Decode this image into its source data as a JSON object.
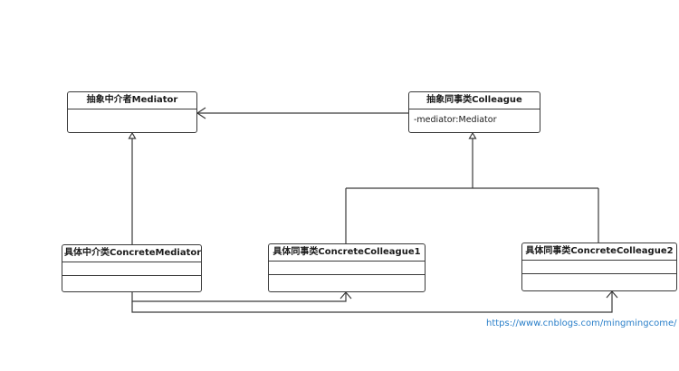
{
  "diagram": {
    "classes": {
      "abstract_mediator": {
        "name": "抽象中介者Mediator",
        "attributes": ""
      },
      "abstract_colleague": {
        "name": "抽象同事类Colleague",
        "attributes": "-mediator:Mediator"
      },
      "concrete_mediator": {
        "name": "具体中介类ConcreteMediator",
        "attributes": ""
      },
      "concrete_colleague1": {
        "name": "具体同事类ConcreteColleague1",
        "attributes": ""
      },
      "concrete_colleague2": {
        "name": "具体同事类ConcreteColleague2",
        "attributes": ""
      }
    },
    "relations": [
      {
        "from": "abstract_colleague",
        "to": "abstract_mediator",
        "type": "association"
      },
      {
        "from": "concrete_mediator",
        "to": "abstract_mediator",
        "type": "generalization"
      },
      {
        "from": "concrete_colleague1",
        "to": "abstract_colleague",
        "type": "generalization"
      },
      {
        "from": "concrete_colleague2",
        "to": "abstract_colleague",
        "type": "generalization"
      },
      {
        "from": "concrete_mediator",
        "to": "concrete_colleague1",
        "type": "association"
      },
      {
        "from": "concrete_mediator",
        "to": "concrete_colleague2",
        "type": "association"
      }
    ]
  },
  "watermark": {
    "text": "https://www.cnblogs.com/mingmingcome/"
  },
  "colors": {
    "line": "#3a3a3a",
    "link": "#2a7fc9",
    "background": "#ffffff"
  }
}
